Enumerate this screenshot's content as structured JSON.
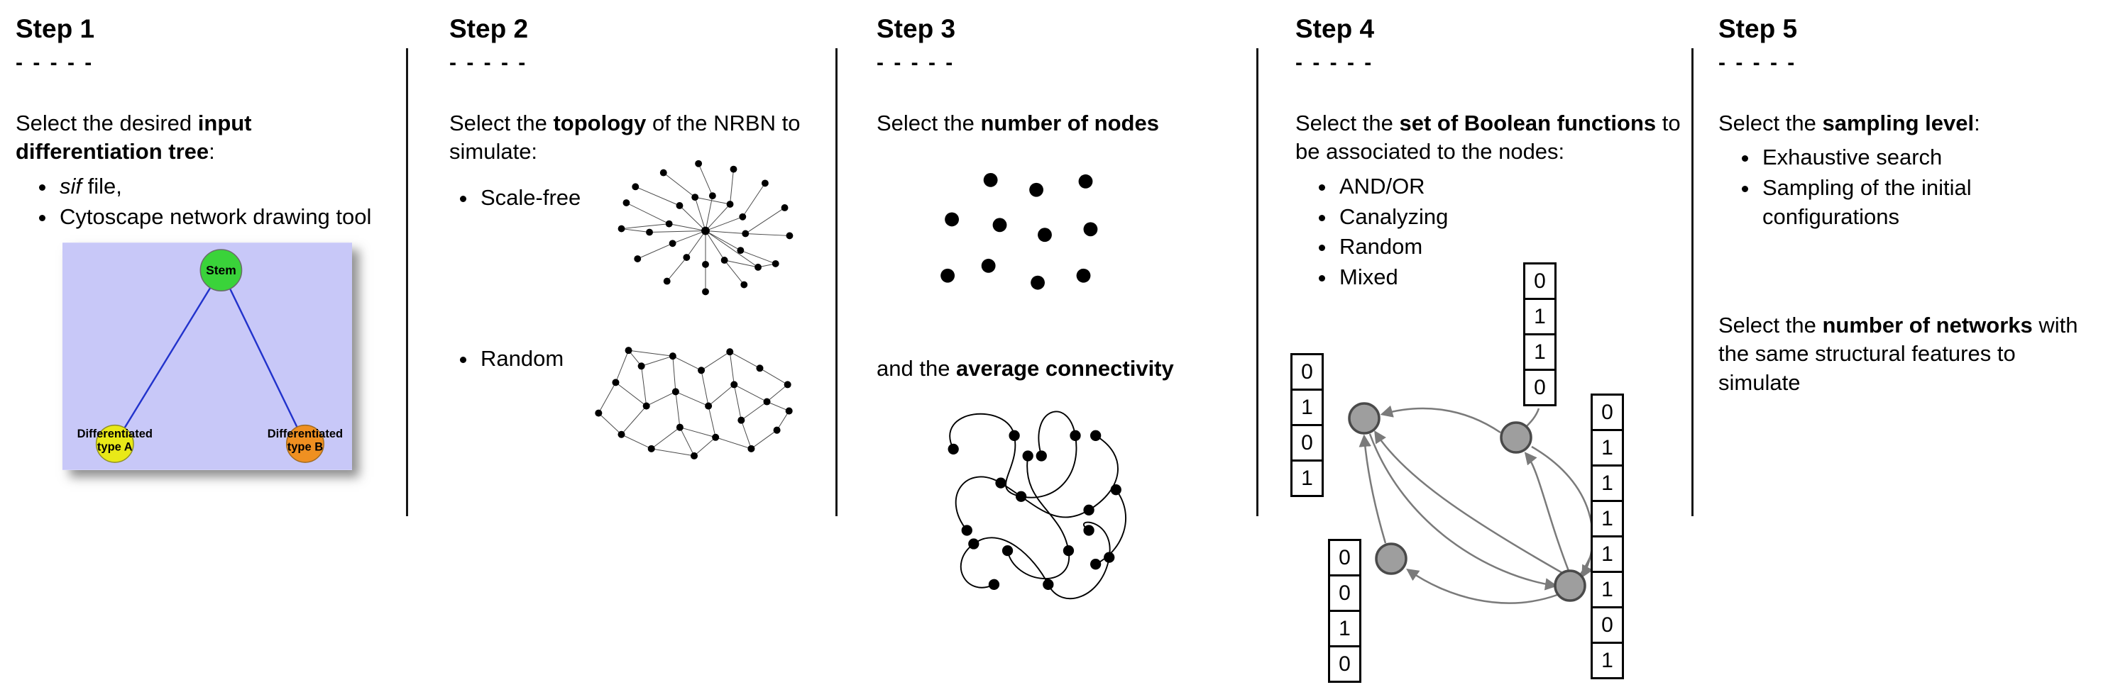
{
  "step1": {
    "title": "Step 1",
    "dashes": "- - - - -",
    "intro_pre": "Select the desired ",
    "intro_bold": "input differentiation tree",
    "intro_post": ":",
    "bullet1_italic": "sif",
    "bullet1_rest": " file,",
    "bullet2": "Cytoscape network drawing tool",
    "tree": {
      "root_label": "Stem",
      "left_label_line1": "Differentiated",
      "left_label_line2": "type A",
      "right_label_line1": "Differentiated",
      "right_label_line2": "type B",
      "background_color": "#c8c8f8",
      "root_color": "#3ad33a",
      "left_color": "#e9e918",
      "right_color": "#ef9021",
      "edge_color": "#2233cc"
    }
  },
  "step2": {
    "title": "Step 2",
    "dashes": "- - - - -",
    "intro_pre": "Select the ",
    "intro_bold": "topology",
    "intro_post": " of the NRBN to simulate:",
    "bullet1": "Scale-free",
    "bullet2": "Random"
  },
  "step3": {
    "title": "Step 3",
    "dashes": "- - - - -",
    "line1_pre": "Select the ",
    "line1_bold": "number of nodes",
    "line2_pre": "and the ",
    "line2_bold": "average connectivity"
  },
  "step4": {
    "title": "Step 4",
    "dashes": "- - - - -",
    "intro_pre": "Select the ",
    "intro_bold": "set of Boolean functions",
    "intro_post": " to be associated to the nodes:",
    "bullets": [
      "AND/OR",
      "Canalyzing",
      "Random",
      "Mixed"
    ],
    "tables": {
      "left": [
        "0",
        "1",
        "0",
        "1"
      ],
      "top": [
        "0",
        "1",
        "1",
        "0"
      ],
      "right": [
        "0",
        "1",
        "1",
        "1",
        "1",
        "1",
        "0",
        "1"
      ],
      "bottom": [
        "0",
        "0",
        "1",
        "0"
      ]
    }
  },
  "step5": {
    "title": "Step 5",
    "dashes": "- - - - -",
    "p1_pre": "Select the ",
    "p1_bold": "sampling level",
    "p1_post": ":",
    "bullet1": "Exhaustive search",
    "bullet2": "Sampling of the initial configurations",
    "p2_pre": "Select the ",
    "p2_bold": "number of networks",
    "p2_post": " with the same structural features to simulate"
  }
}
